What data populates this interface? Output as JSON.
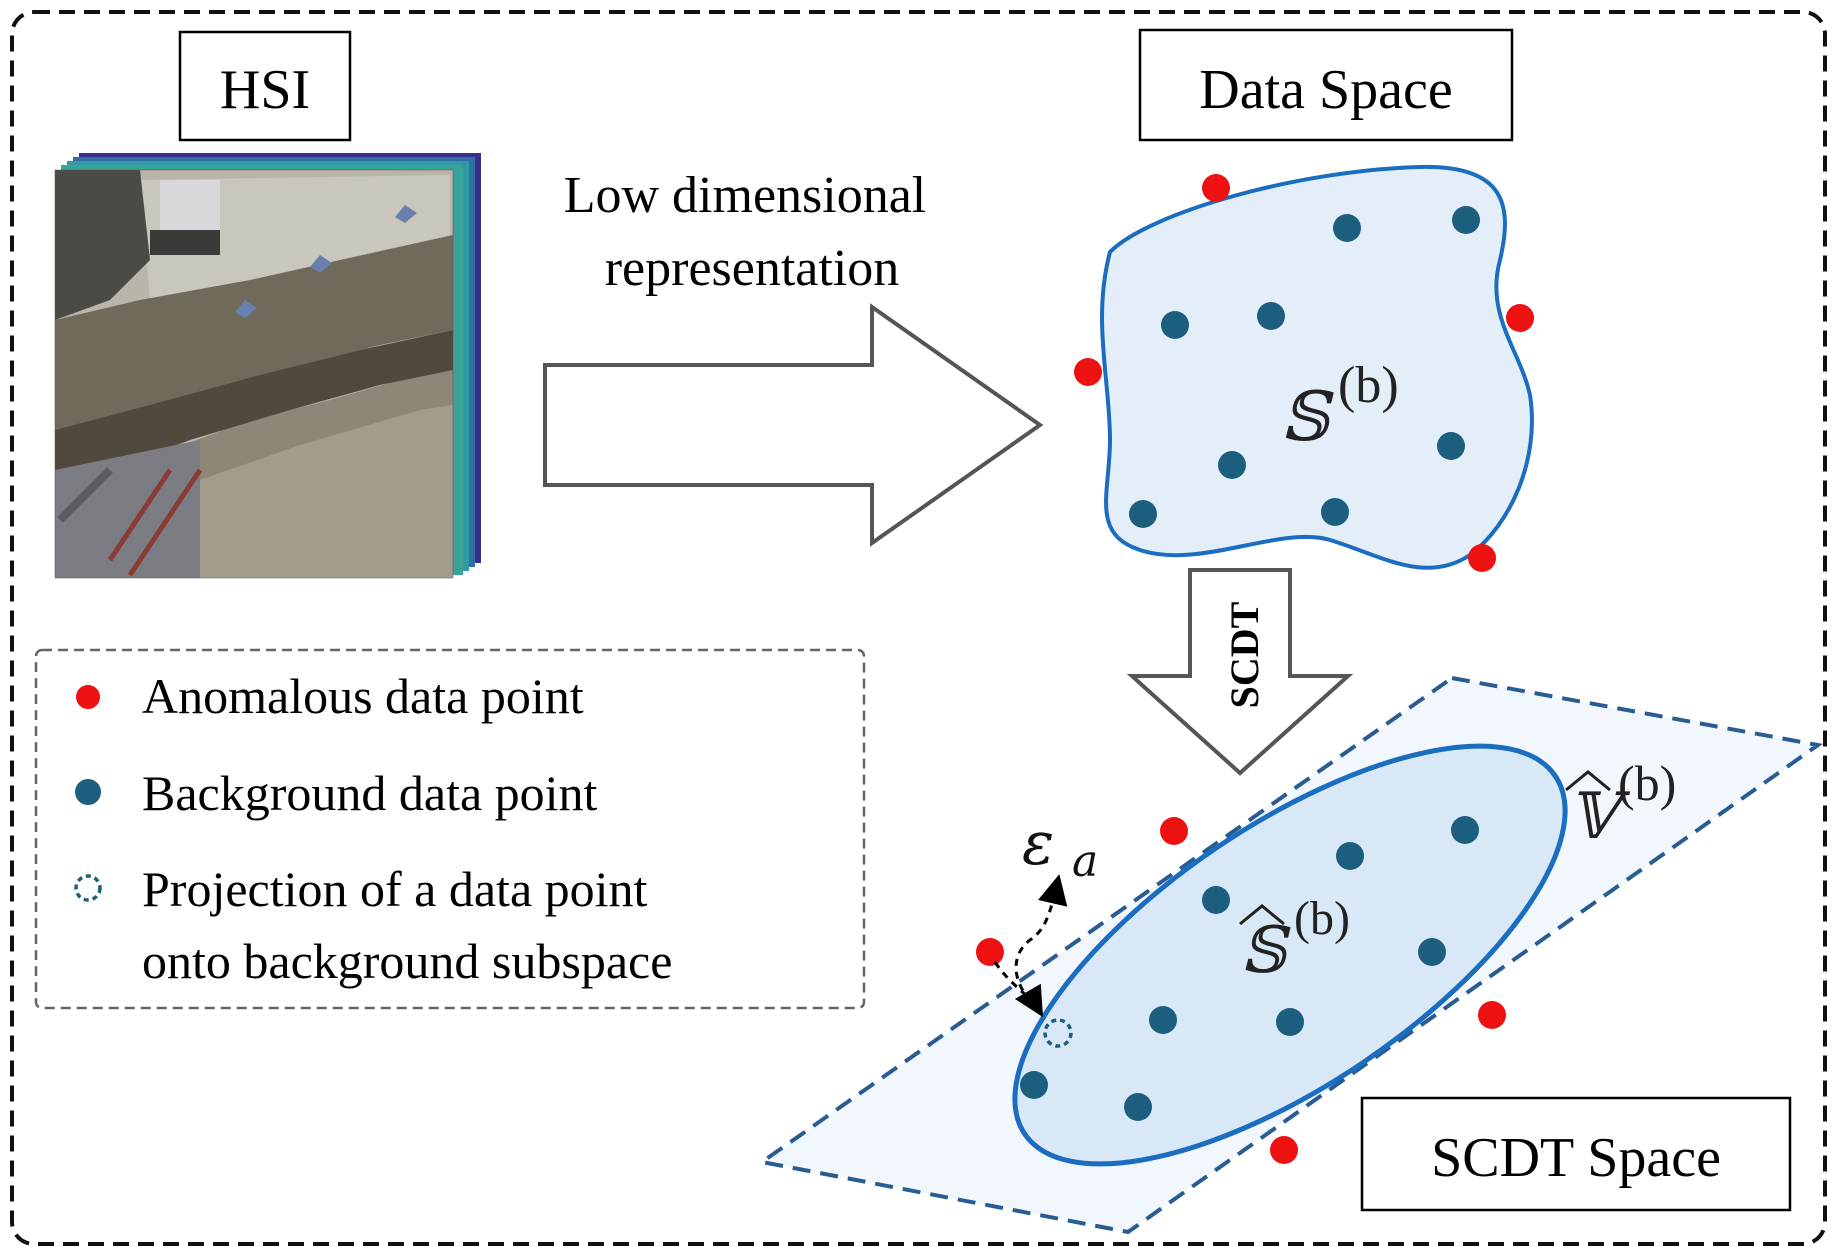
{
  "panels": {
    "hsi_label": "HSI",
    "data_space_label": "Data Space",
    "scdt_space_label": "SCDT Space"
  },
  "arrows": {
    "lowdim_line1": "Low dimensional",
    "lowdim_line2": "representation",
    "scdt_label": "SCDT"
  },
  "math": {
    "S_set": "𝕊",
    "S_sup": "(b)",
    "S_hat": "𝕊",
    "S_hat_sup": "(b)",
    "V_hat": "𝕍",
    "V_hat_sup": "(b)",
    "epsilon": "ε",
    "epsilon_sub": "a"
  },
  "legend": {
    "anomalous": "Anomalous data point",
    "background": "Background data point",
    "projection_line1": "Projection of a data point",
    "projection_line2": "onto background subspace"
  },
  "colors": {
    "anomalous": "#ee1111",
    "background": "#1b5e7e",
    "region_fill": "#e4eef9",
    "region_stroke": "#1a6dbf",
    "plane_fill": "#f2f7fd",
    "plane_stroke": "#2a5c94"
  }
}
